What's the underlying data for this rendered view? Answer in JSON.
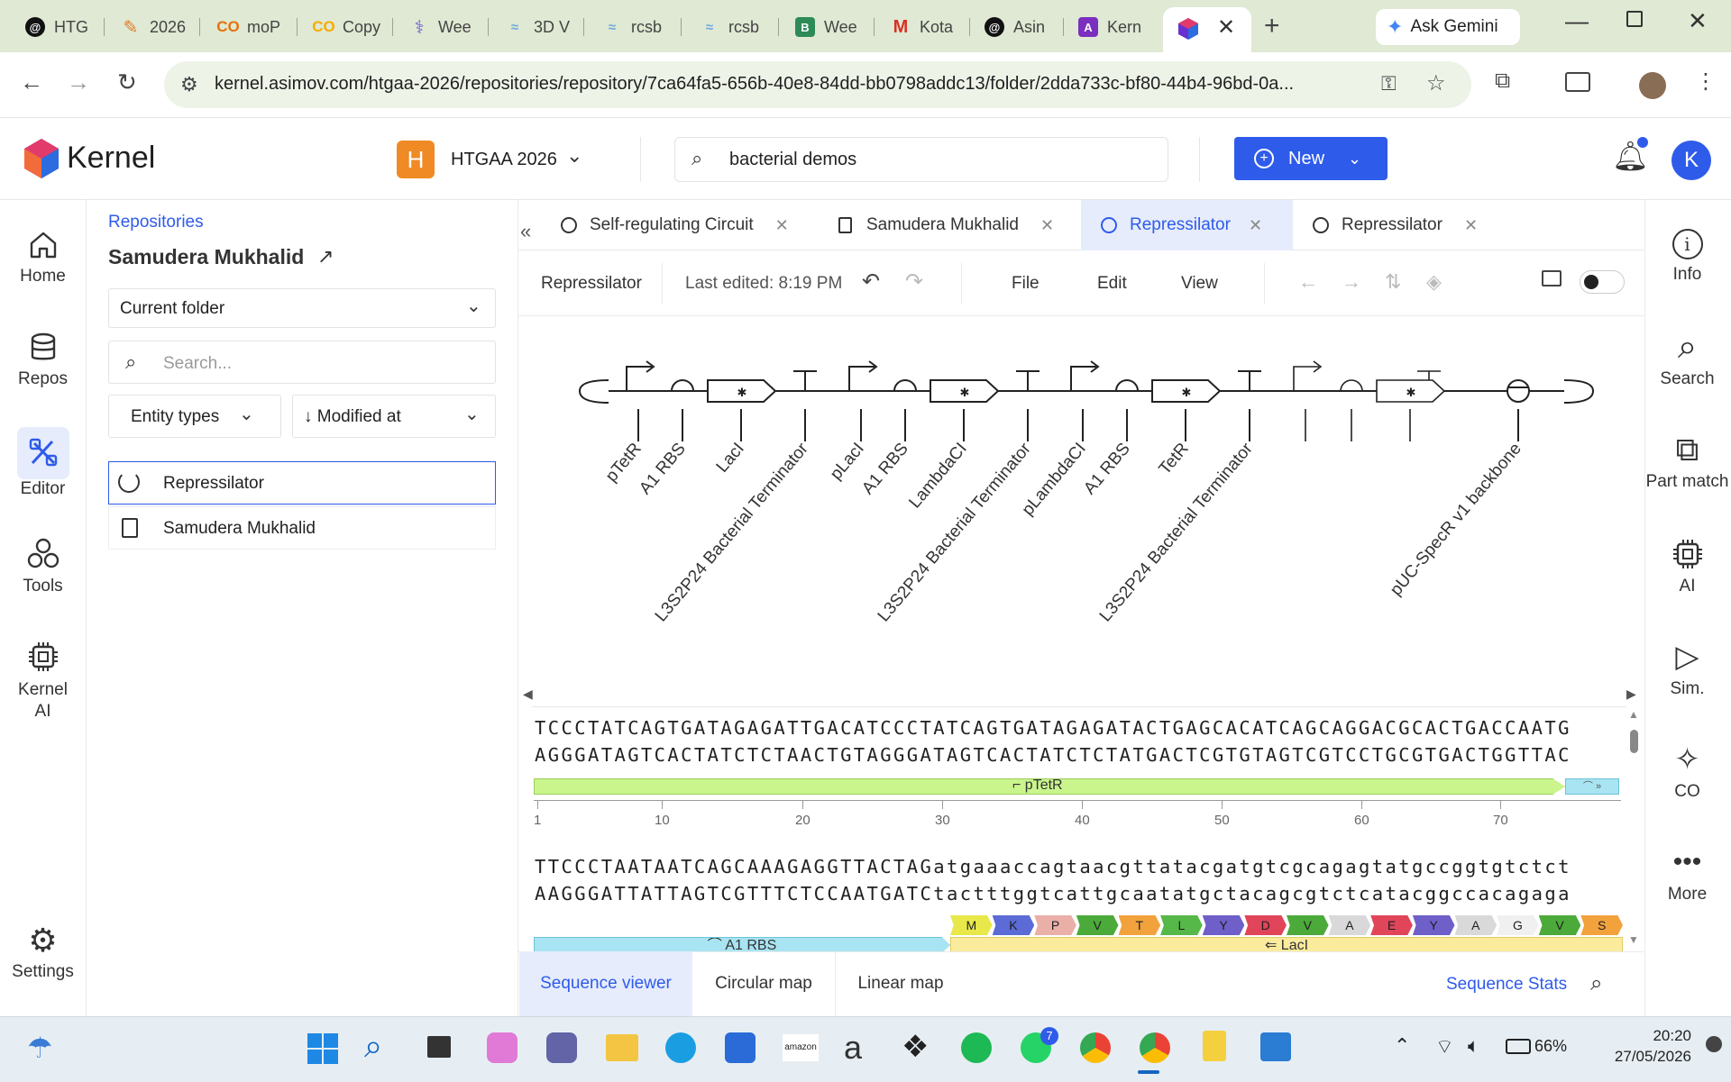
{
  "browser": {
    "tabs": [
      {
        "label": "HTG",
        "icon": "threads-icon",
        "color": "#111111"
      },
      {
        "label": "2026",
        "icon": "pencil-icon",
        "color": "#e07a2a"
      },
      {
        "label": "moP",
        "icon": "colab-icon",
        "color": "#e8710a"
      },
      {
        "label": "Copy",
        "icon": "colab-icon",
        "color": "#f9ab00"
      },
      {
        "label": "Wee",
        "icon": "dna-icon",
        "color": "#6a5acd"
      },
      {
        "label": "3D V",
        "icon": "rcsb-icon",
        "color": "#6fa8dc"
      },
      {
        "label": "rcsb",
        "icon": "rcsb-icon",
        "color": "#6fa8dc"
      },
      {
        "label": "rcsb",
        "icon": "rcsb-icon",
        "color": "#6fa8dc"
      },
      {
        "label": "Wee",
        "icon": "benchling-icon",
        "color": "#2e8b57"
      },
      {
        "label": "Kota",
        "icon": "gmail-icon",
        "color": "#d93025"
      },
      {
        "label": "Asin",
        "icon": "threads-icon",
        "color": "#111111"
      },
      {
        "label": "Kern",
        "icon": "kernel-a-icon",
        "color": "#7b2fbe"
      }
    ],
    "ask_gemini": "Ask Gemini",
    "url": "kernel.asimov.com/htgaa-2026/repositories/repository/7ca64fa5-656b-40e8-84dd-bb0798addc13/folder/2dda733c-bf80-44b4-96bd-0a..."
  },
  "app": {
    "logo": "Kernel",
    "workspace_initial": "H",
    "workspace_name": "HTGAA 2026",
    "search_value": "bacterial demos",
    "new_button": "New",
    "avatar_initial": "K",
    "accent": "#2f5bea"
  },
  "leftrail": {
    "items": [
      {
        "label": "Home",
        "icon": "home-icon"
      },
      {
        "label": "Repos",
        "icon": "database-icon"
      },
      {
        "label": "Editor",
        "icon": "editor-icon"
      },
      {
        "label": "Tools",
        "icon": "tools-icon"
      },
      {
        "label": "Kernel AI",
        "icon": "chip-icon"
      }
    ],
    "settings": "Settings"
  },
  "filepanel": {
    "breadcrumb": "Repositories",
    "title": "Samudera Mukhalid",
    "folder_select": "Current folder",
    "search_placeholder": "Search...",
    "filter_entity": "Entity types",
    "filter_sort": "↓ Modified at",
    "files": [
      {
        "name": "Repressilator",
        "icon": "sequence-icon"
      },
      {
        "name": "Samudera Mukhalid",
        "icon": "document-icon"
      }
    ]
  },
  "editor": {
    "tabs": [
      {
        "label": "Self-regulating Circuit",
        "icon": "sequence-icon"
      },
      {
        "label": "Samudera Mukhalid",
        "icon": "document-icon"
      },
      {
        "label": "Repressilator",
        "icon": "sequence-icon"
      },
      {
        "label": "Repressilator",
        "icon": "sequence-icon"
      }
    ],
    "toolbar": {
      "name": "Repressilator",
      "last_edited": "Last edited: 8:19 PM",
      "menu_file": "File",
      "menu_edit": "Edit",
      "menu_view": "View"
    },
    "map_labels": [
      "pTetR",
      "A1 RBS",
      "LacI",
      "L3S2P24 Bacterial Terminator",
      "pLacI",
      "A1 RBS",
      "LambdaCI",
      "L3S2P24 Bacterial Terminator",
      "pLambdaCI",
      "A1 RBS",
      "TetR",
      "L3S2P24 Bacterial Terminator",
      "pUC-SpecR v1 backbone"
    ],
    "sequence": {
      "row1_top": "TCCCTATCAGTGATAGAGATTGACATCCCTATCAGTGATAGAGATACTGAGCACATCAGCAGGACGCACTGACCAATG",
      "row1_bottom": "AGGGATAGTCACTATCTCTAACTGTAGGGATAGTCACTATCTCTATGACTCGTGTAGTCGTCCTGCGTGACTGGTTAC",
      "row1_feature": "pTetR",
      "ruler": [
        "1",
        "10",
        "20",
        "30",
        "40",
        "50",
        "60",
        "70"
      ],
      "row2_top": "TTCCCTAATAATCAGCAAAGAGGTTACTAGatgaaaccagtaacgttatacgatgtcgcagagtatgccggtgtctct",
      "row2_bottom": "AAGGGATTATTAGTCGTTTCTCCAATGATCtactttggtcattgcaatatgctacagcgtctcatacggccacagaga",
      "amino_acids": [
        "M",
        "K",
        "P",
        "V",
        "T",
        "L",
        "Y",
        "D",
        "V",
        "A",
        "E",
        "Y",
        "A",
        "G",
        "V",
        "S"
      ],
      "feature_rbs": "A1 RBS",
      "feature_laci": "LacI"
    },
    "bottom_tabs": {
      "viewer": "Sequence viewer",
      "circular": "Circular map",
      "linear": "Linear map",
      "stats": "Sequence Stats"
    }
  },
  "rightrail": {
    "items": [
      {
        "label": "Info",
        "icon": "info-icon"
      },
      {
        "label": "Search",
        "icon": "search-icon"
      },
      {
        "label": "Part match",
        "icon": "puzzle-icon"
      },
      {
        "label": "AI",
        "icon": "chip-icon"
      },
      {
        "label": "Sim.",
        "icon": "play-icon"
      },
      {
        "label": "CO",
        "icon": "sparkle-icon"
      },
      {
        "label": "More",
        "icon": "more-icon"
      }
    ]
  },
  "taskbar": {
    "battery": "66%",
    "time": "20:20",
    "date": "27/05/2026",
    "whatsapp_badge": "7"
  }
}
